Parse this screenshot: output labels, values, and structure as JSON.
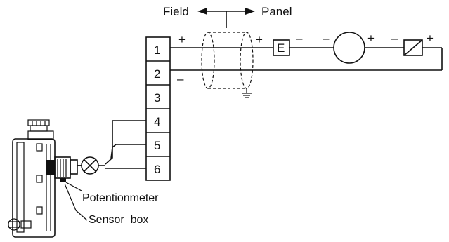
{
  "header": {
    "left_label": "Field",
    "right_label": "Panel"
  },
  "terminals": [
    "1",
    "2",
    "3",
    "4",
    "5",
    "6"
  ],
  "polarity": {
    "t1": "+",
    "t2": "–",
    "shield_plus": "+",
    "e_minus": "–",
    "source_minus": "–",
    "source_plus": "+",
    "converter_minus": "–",
    "converter_plus": "+"
  },
  "devices": {
    "e_box_label": "E"
  },
  "labels": {
    "potentiometer": "Potentionmeter",
    "sensor_box": "Sensor  box"
  }
}
